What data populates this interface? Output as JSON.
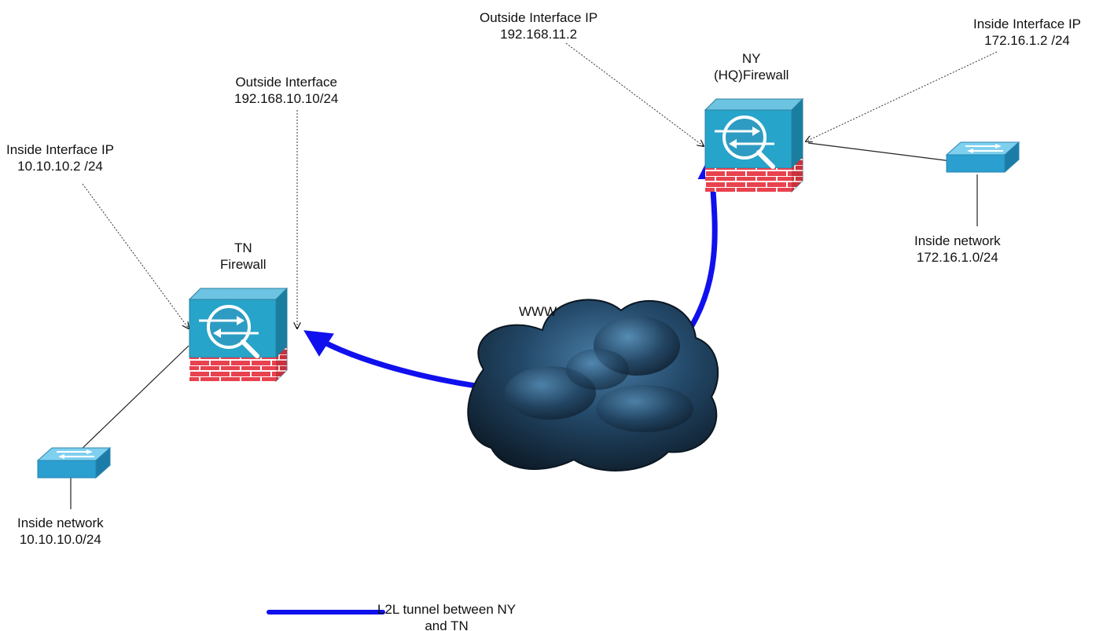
{
  "colors": {
    "tunnel": "#1010ee",
    "firewall_face": "#27a4c9",
    "firewall_top": "#6cc4e2",
    "firewall_side": "#1a7ea0",
    "brick": "#e8424e",
    "switch": "#2a9fd0",
    "cloud": "#1e3d5c"
  },
  "labels": {
    "ny_outside": [
      "Outside Interface IP",
      "192.168.11.2"
    ],
    "ny_inside": [
      "Inside Interface IP",
      "172.16.1.2 /24"
    ],
    "ny_firewall": [
      "NY",
      "(HQ)Firewall"
    ],
    "ny_network": [
      "Inside network",
      "172.16.1.0/24"
    ],
    "tn_outside": [
      "Outside Interface",
      "192.168.10.10/24"
    ],
    "tn_inside": [
      "Inside Interface IP",
      "10.10.10.2 /24"
    ],
    "tn_firewall": [
      "TN",
      "Firewall"
    ],
    "tn_network": [
      "Inside network",
      "10.10.10.0/24"
    ],
    "cloud": "WWW",
    "legend": [
      "L2L tunnel between NY",
      "and TN"
    ]
  },
  "icons": [
    "firewall-icon",
    "switch-icon",
    "cloud-icon"
  ]
}
